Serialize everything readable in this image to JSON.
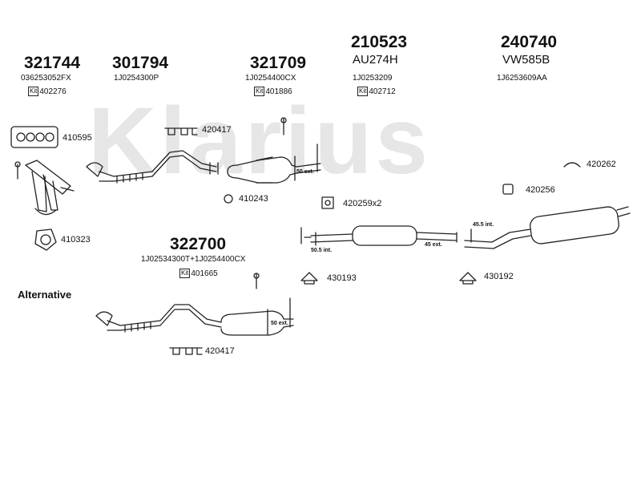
{
  "watermark": "Klarius",
  "parts": {
    "p1": {
      "number": "321744",
      "oe": "036253052FX",
      "kit": "402276"
    },
    "p2": {
      "number": "301794",
      "oe": "1J0254300P"
    },
    "p3": {
      "number": "321709",
      "oe": "1J0254400CX",
      "kit": "401886"
    },
    "p4": {
      "number": "210523",
      "code": "AU274H",
      "oe": "1J0253209",
      "kit": "402712"
    },
    "p5": {
      "number": "240740",
      "code": "VW585B",
      "oe": "1J6253609AA"
    },
    "p6": {
      "number": "322700",
      "oe": "1J02534300T+1J0254400CX",
      "kit": "401665"
    }
  },
  "kit_badge": "Kit",
  "callouts": {
    "c410595": "410595",
    "c420417a": "420417",
    "c420262": "420262",
    "c410243": "410243",
    "c420259": "420259x2",
    "c420256": "420256",
    "c410323": "410323",
    "c430193": "430193",
    "c430192": "430192",
    "c420417b": "420417"
  },
  "dimensions": {
    "d50a": "50 ext.",
    "d455": "45.5 int.",
    "d505": "50.5 int.",
    "d45": "45 ext.",
    "d50b": "50 ext."
  },
  "alternative_label": "Alternative"
}
